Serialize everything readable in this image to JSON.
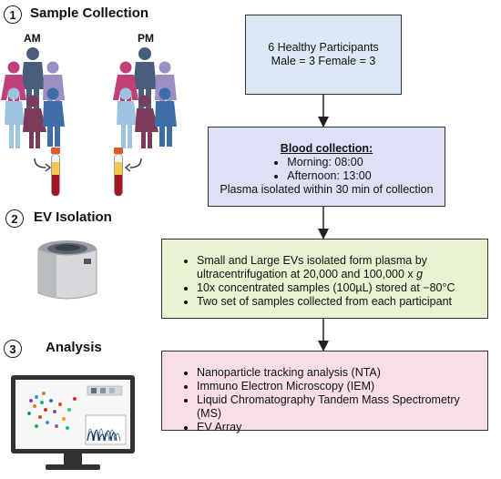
{
  "steps": [
    {
      "number": "1",
      "title": "Sample Collection"
    },
    {
      "number": "2",
      "title": "EV Isolation"
    },
    {
      "number": "3",
      "title": "Analysis"
    }
  ],
  "groups": {
    "am": "AM",
    "pm": "PM"
  },
  "boxes": {
    "participants": {
      "line1": "6 Healthy Participants",
      "line2": "Male = 3 Female = 3"
    },
    "blood": {
      "heading": "Blood collection:",
      "items": [
        "Morning: 08:00",
        "Afternoon: 13:00"
      ],
      "footer": "Plasma isolated within 30 min of collection"
    },
    "isolation": {
      "items": [
        "Small and Large EVs isolated form plasma by ultracentrifugation at 20,000 and 100,000 x g",
        "10x concentrated samples (100µL) stored at −80°C",
        "Two set of samples collected from each participant"
      ]
    },
    "analysis": {
      "items": [
        "Nanoparticle tracking analysis (NTA)",
        "Immuno Electron Microscopy (IEM)",
        "Liquid Chromatography Tandem Mass Spectrometry (MS)",
        "EV Array"
      ]
    }
  },
  "colors": {
    "participants_box": "#dde8f7",
    "blood_box": "#dee0f6",
    "isolation_box": "#e7f2d1",
    "analysis_box": "#f9dfe5"
  }
}
